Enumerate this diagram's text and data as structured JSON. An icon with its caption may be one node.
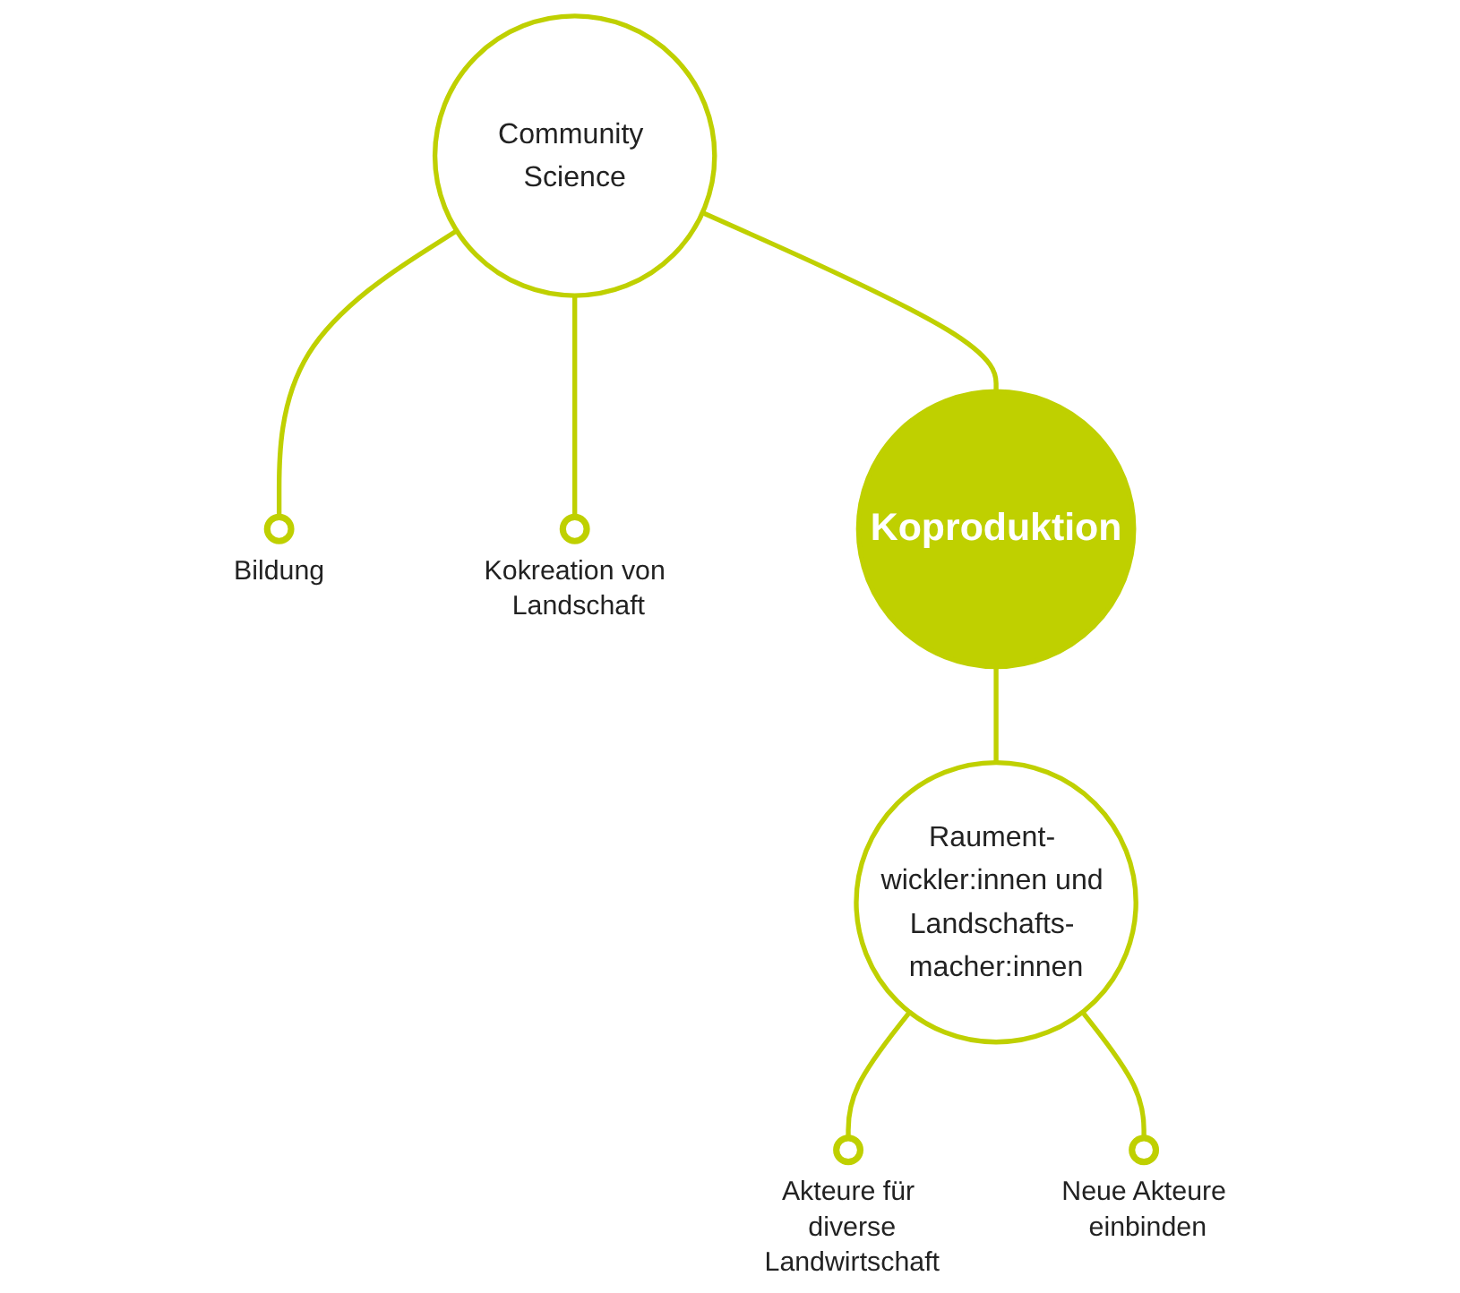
{
  "diagram": {
    "nodes": [
      {
        "text": [
          "Community Science"
        ]
      },
      {
        "text": [],
        "shape": "circle",
        "beside": [
          "Bildung"
        ]
      },
      {
        "text": [],
        "shape": "circle",
        "beside": [
          "Kokreation von Landschaft"
        ]
      },
      {
        "text": [
          "Koproduktion"
        ]
      },
      {
        "text": [],
        "shape": "circle",
        "beside": [
          "Akteure für diverse Landwirtschaft"
        ]
      },
      {
        "text": [
          "Raument- wickler:innen und Landschafts- macher:innen"
        ]
      },
      {
        "text": [],
        "shape": "circle",
        "beside": [
          "Neue Akteure einbinden"
        ]
      }
    ],
    "edges": [
      {
        "from": 0,
        "to": 1,
        "arrow": "none"
      },
      {
        "from": 0,
        "to": 2,
        "arrow": "none"
      },
      {
        "from": 0,
        "to": 3,
        "arrow": "none"
      },
      {
        "from": 3,
        "to": 5,
        "arrow": "none"
      },
      {
        "from": 5,
        "to": 4,
        "arrow": "none"
      },
      {
        "from": 5,
        "to": 6,
        "arrow": "none"
      }
    ]
  }
}
